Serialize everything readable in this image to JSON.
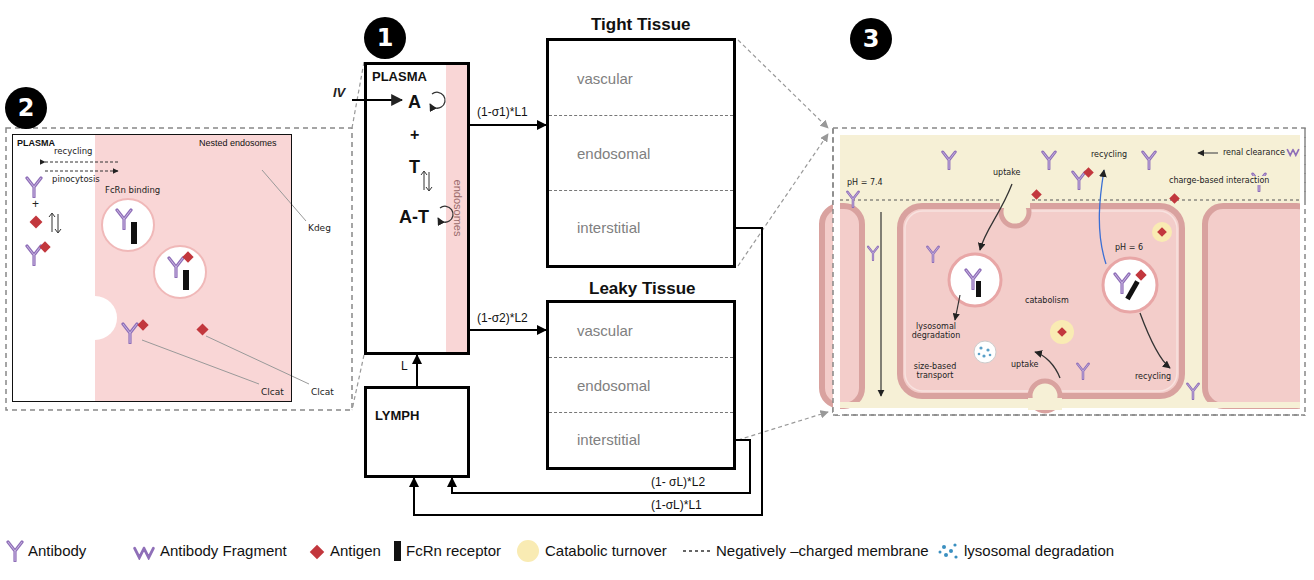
{
  "diagram": {
    "nodes": [
      {
        "text": [
          "PLASMA",
          "Nested endosomes"
        ]
      },
      {
        "text": [
          "PLASMA",
          "endosomes",
          "A",
          "+",
          "T",
          "A-T"
        ]
      },
      {
        "text": [
          "Tight Tissue"
        ]
      },
      {
        "text": [
          "vascular"
        ],
        "in": 2
      },
      {
        "text": [
          "endosomal"
        ],
        "in": 2
      },
      {
        "text": [
          "interstitial"
        ],
        "in": 2
      },
      {
        "text": [
          "Leaky Tissue"
        ]
      },
      {
        "text": [
          "vascular"
        ],
        "in": 6
      },
      {
        "text": [
          "endosomal"
        ],
        "in": 6
      },
      {
        "text": [
          "interstitial"
        ],
        "in": 6
      },
      {
        "text": [
          "LYMPH"
        ]
      }
    ],
    "edges": [
      {
        "from": 1,
        "to": 2,
        "arrow": "to",
        "label": "(1-σ1)*L1"
      },
      {
        "from": 1,
        "to": 6,
        "arrow": "to",
        "label": "(1-σ2)*L2"
      },
      {
        "from": 10,
        "to": 1,
        "arrow": "to",
        "label": "L"
      },
      {
        "from": 9,
        "to": 10,
        "arrow": "to",
        "label": "(1- σL)*L2"
      },
      {
        "from": 5,
        "to": 10,
        "arrow": "to",
        "label": "(1-σL)*L1"
      }
    ],
    "labels": [
      "1",
      "2",
      "3",
      "IV",
      "recycling",
      "pinocytosis",
      "+",
      "FcRn binding",
      "Kdeg",
      "Clcat",
      "Clcat",
      "renal clearance",
      "pH = 7.4",
      "uptake",
      "recycling",
      "charge-based interaction",
      "lysosomal degradation",
      "catabolism",
      "pH = 6",
      "size-based transport",
      "uptake",
      "recycling"
    ],
    "legend": [
      {
        "text": "Antibody"
      },
      {
        "text": "Antibody Fragment"
      },
      {
        "text": "Antigen"
      },
      {
        "text": "FcRn receptor"
      },
      {
        "text": "Catabolic turnover",
        "color": "#f9ebb3"
      },
      {
        "text": "Negatively –charged membrane"
      },
      {
        "text": "lysosomal degradation"
      }
    ]
  }
}
